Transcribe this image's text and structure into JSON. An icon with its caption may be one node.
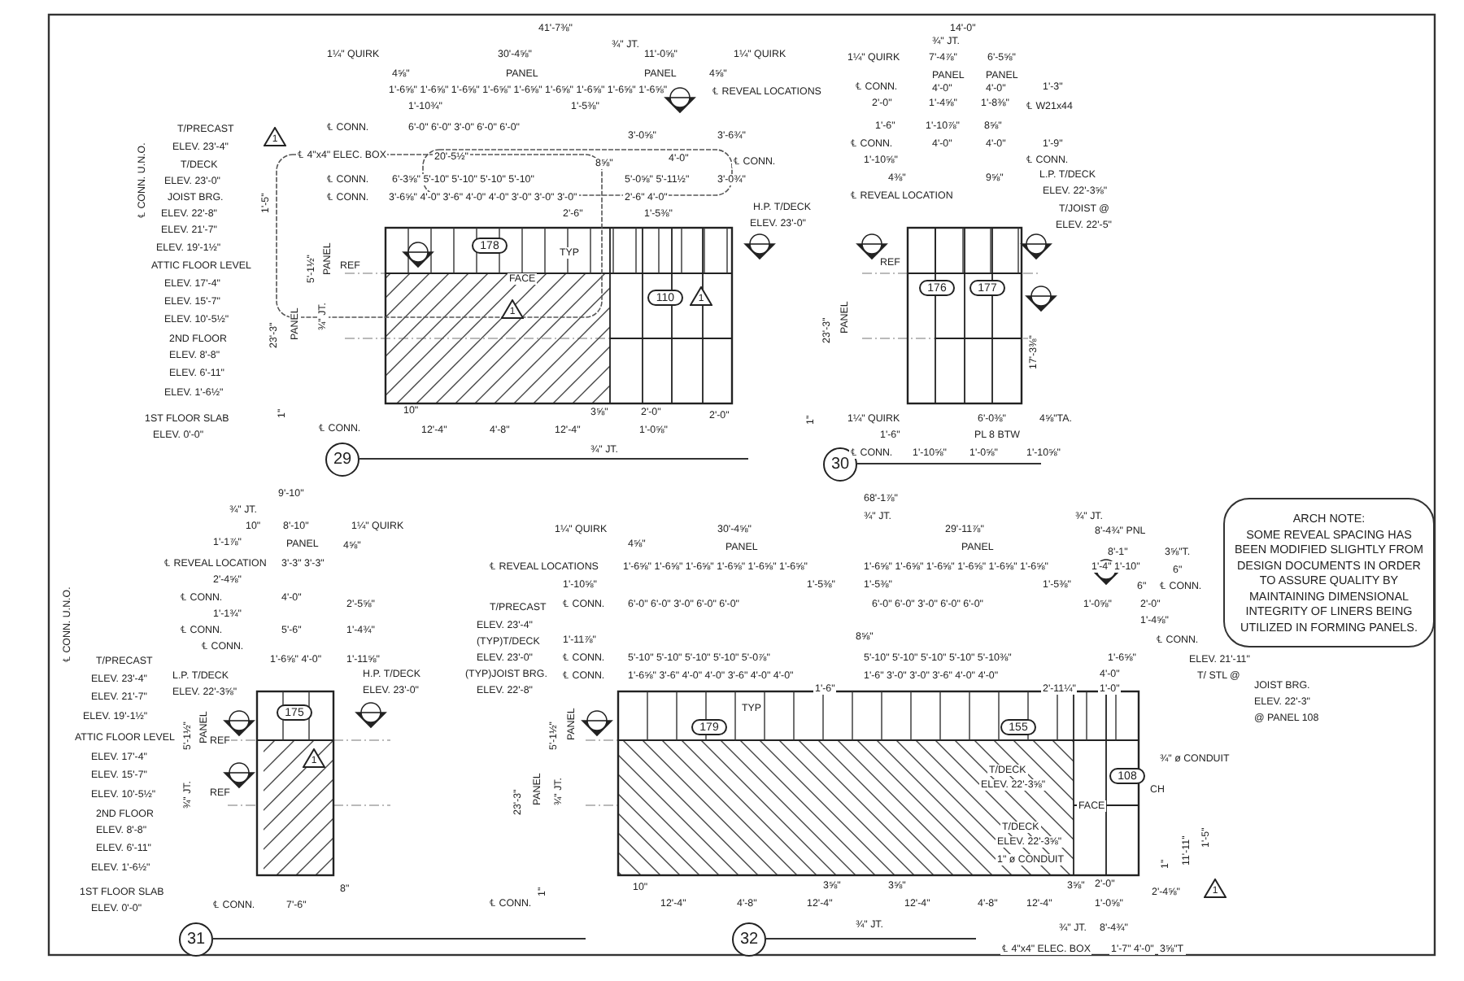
{
  "diagram": {
    "nodes": [
      {
        "text": [
          "29"
        ]
      },
      {
        "text": [
          "30"
        ]
      },
      {
        "text": [
          "31"
        ]
      },
      {
        "text": [
          "32"
        ]
      },
      {
        "text": [
          "178"
        ]
      },
      {
        "text": [
          "110"
        ]
      },
      {
        "text": [
          "176"
        ]
      },
      {
        "text": [
          "177"
        ]
      },
      {
        "text": [
          "175"
        ]
      },
      {
        "text": [
          "179"
        ]
      },
      {
        "text": [
          "155"
        ]
      },
      {
        "text": [
          "108"
        ]
      },
      {
        "text": [
          "ARCH NOTE:",
          "SOME REVEAL SPACING HAS BEEN MODIFIED SLIGHTLY FROM DESIGN DOCUMENTS IN ORDER TO ASSURE QUALITY BY MAINTAINING DIMENSIONAL INTEGRITY OF LINERS BEING UTILIZED IN FORMING PANELS."
        ]
      },
      {
        "text": [
          "1"
        ]
      },
      {
        "text": [
          "1"
        ]
      },
      {
        "text": [
          "1"
        ]
      },
      {
        "text": [
          "1"
        ]
      },
      {
        "text": [
          "1"
        ]
      }
    ],
    "labels": [
      "41'-7⅜\"",
      "1¼\" QUIRK",
      "30'-4⅝\"",
      "¾\" JT.",
      "11'-0⅝\"",
      "1¼\" QUIRK",
      "4⅝\"",
      "PANEL",
      "PANEL",
      "4⅝\"",
      "1'-6⅝\" 1'-6⅝\" 1'-6⅝\" 1'-6⅝\" 1'-6⅝\" 1'-6⅝\" 1'-6⅝\" 1'-6⅝\" 1'-6⅝\"",
      "℄ REVEAL LOCATIONS",
      "1'-10¾\"",
      "1'-5⅜\"",
      "℄ CONN.",
      "6'-0\" 6'-0\" 3'-0\" 6'-0\" 6'-0\"",
      "3'-0⅝\"",
      "3'-6¾\"",
      "℄ 4\"x4\" ELEC. BOX",
      "20'-5½\"",
      "8⅝\"",
      "4'-0\"",
      "℄ CONN.",
      "℄ CONN.",
      "6'-3⅝\" 5'-10\" 5'-10\" 5'-10\" 5'-10\"",
      "5'-0⅝\" 5'-11½\"",
      "3'-0¾\"",
      "℄ CONN.",
      "3'-6⅝\" 4'-0\" 3'-6\" 4'-0\" 4'-0\" 3'-0\" 3'-0\" 3'-0\"",
      "2'-6\" 4'-0\"",
      "2'-6\"",
      "1'-5⅜\"",
      "T/PRECAST",
      "ELEV. 23'-4\"",
      "T/DECK",
      "ELEV. 23'-0\"",
      "JOIST BRG.",
      "ELEV. 22'-8\"",
      "ELEV. 21'-7\"",
      "ELEV. 19'-1½\"",
      "ATTIC FLOOR LEVEL",
      "ELEV. 17'-4\"",
      "ELEV. 15'-7\"",
      "ELEV. 10'-5½\"",
      "2ND FLOOR",
      "ELEV. 8'-8\"",
      "ELEV. 6'-11\"",
      "ELEV. 1'-6½\"",
      "1ST FLOOR SLAB",
      "ELEV. 0'-0\"",
      "℄ CONN. U.N.O.",
      "1'-5\"",
      "5'-1½\"",
      "PANEL",
      "23'-3\"",
      "PANEL",
      "¾\" JT.",
      "REF",
      "FACE",
      "TYP",
      "1\"",
      "℄ CONN.",
      "10\"",
      "12'-4\"",
      "4'-8\"",
      "12'-4\"",
      "3⅝\"",
      "2'-0\"",
      "1'-0⅝\"",
      "2'-0\"",
      "¾\" JT.",
      "14'-0\"",
      "¾\" JT.",
      "1¼\" QUIRK",
      "7'-4⅞\"",
      "6'-5⅝\"",
      "PANEL",
      "PANEL",
      "℄ CONN.",
      "4'-0\"",
      "4'-0\"",
      "1'-3\"",
      "2'-0\"",
      "1'-4⅝\"",
      "1'-8⅜\"",
      "℄ W21x44",
      "1'-6\"",
      "1'-10⅞\"",
      "8⅝\"",
      "℄ CONN.",
      "4'-0\"",
      "4'-0\"",
      "1'-9\"",
      "1'-10⅝\"",
      "℄ CONN.",
      "4⅜\"",
      "9⅝\"",
      "L.P. T/DECK",
      "ELEV. 22'-3⅝\"",
      "℄ REVEAL LOCATION",
      "T/JOIST @",
      "ELEV. 22'-5\"",
      "H.P. T/DECK",
      "ELEV. 23'-0\"",
      "23'-3\"",
      "PANEL",
      "17'-3⅜\"",
      "REF",
      "1\"",
      "1¼\" QUIRK",
      "6'-0⅜\"",
      "4⅝\"TA.",
      "1'-6\"",
      "PL 8 BTW",
      "℄ CONN.",
      "1'-10⅝\"",
      "1'-0⅝\"",
      "1'-10⅝\"",
      "9'-10\"",
      "¾\" JT.",
      "10\"",
      "8'-10\"",
      "1¼\" QUIRK",
      "1'-1⅞\"",
      "PANEL",
      "4⅝\"",
      "℄ REVEAL LOCATION",
      "3'-3\" 3'-3\"",
      "2'-4⅝\"",
      "℄ CONN.",
      "4'-0\"",
      "2'-5⅝\"",
      "1'-1¾\"",
      "℄ CONN.",
      "5'-6\"",
      "1'-4¾\"",
      "℄ CONN.",
      "T/PRECAST",
      "1'-6⅝\" 4'-0\"",
      "1'-11⅝\"",
      "ELEV. 23'-4\"",
      "L.P. T/DECK",
      "ELEV. 22'-3⅝\"",
      "H.P. T/DECK",
      "ELEV. 23'-0\"",
      "ELEV. 21'-7\"",
      "ELEV. 19'-1½\"",
      "ATTIC FLOOR LEVEL",
      "ELEV. 17'-4\"",
      "ELEV. 15'-7\"",
      "ELEV. 10'-5½\"",
      "2ND FLOOR",
      "ELEV. 8'-8\"",
      "ELEV. 6'-11\"",
      "ELEV. 1'-6½\"",
      "1ST FLOOR SLAB",
      "ELEV. 0'-0\"",
      "℄ CONN. U.N.O.",
      "5'-1½\"",
      "PANEL",
      "¾\" JT.",
      "REF",
      "REF",
      "℄ CONN.",
      "7'-6\"",
      "8\"",
      "68'-1⅞\"",
      "¾\" JT.",
      "¾\" JT.",
      "1¼\" QUIRK",
      "30'-4⅝\"",
      "29'-11⅞\"",
      "8'-4¾\" PNL",
      "4⅝\"",
      "PANEL",
      "PANEL",
      "8'-1\"",
      "3⅝\"T.",
      "℄ REVEAL LOCATIONS",
      "1'-6⅝\" 1'-6⅝\" 1'-6⅝\" 1'-6⅝\" 1'-6⅝\" 1'-6⅝\"",
      "1'-6⅝\" 1'-6⅝\" 1'-6⅝\" 1'-6⅝\" 1'-6⅝\" 1'-6⅝\"",
      "1'-4\" 1'-10\"",
      "6\"",
      "1'-10⅝\"",
      "1'-5⅜\"",
      "1'-5⅜\"",
      "1'-5⅜\"",
      "6\"",
      "℄ CONN.",
      "℄ CONN.",
      "6'-0\" 6'-0\" 3'-0\" 6'-0\" 6'-0\"",
      "6'-0\" 6'-0\" 3'-0\" 6'-0\" 6'-0\"",
      "1'-0⅝\"",
      "2'-0\"",
      "1'-4⅝\"",
      "T/PRECAST",
      "ELEV. 23'-4\"",
      "(TYP)T/DECK",
      "1'-11⅞\"",
      "8⅝\"",
      "℄ CONN.",
      "ELEV. 23'-0\"",
      "℄ CONN.",
      "5'-10\" 5'-10\" 5'-10\" 5'-10\" 5'-0⅞\"",
      "5'-10\" 5'-10\" 5'-10\" 5'-10\" 5'-10⅜\"",
      "1'-6⅝\"",
      "(TYP)JOIST BRG.",
      "℄ CONN.",
      "1'-6⅝\" 3'-6\" 4'-0\" 4'-0\" 3'-6\" 4'-0\" 4'-0\"",
      "1'-6\" 3'-0\" 3'-0\" 3'-6\" 4'-0\" 4'-0\"",
      "4'-0\"",
      "ELEV. 22'-8\"",
      "1'-6\"",
      "2'-11¼\"",
      "1'-0\"",
      "ELEV. 21'-11\"",
      "T/ STL @",
      "JOIST BRG.",
      "ELEV. 22'-3\"",
      "@ PANEL 108",
      "23'-3\"",
      "PANEL",
      "5'-1½\"",
      "PANEL",
      "¾\" JT.",
      "TYP",
      "¾\" ø CONDUIT",
      "T/DECK",
      "ELEV. 22'-3⅝\"",
      "FACE",
      "CH",
      "T/DECK",
      "ELEV. 22'-3⅝\"",
      "1\" ø CONDUIT",
      "11'-11\"",
      "1'-5\"",
      "1\"",
      "1\"",
      "℄ CONN.",
      "10\"",
      "12'-4\"",
      "4'-8\"",
      "12'-4\"",
      "3⅝\"",
      "3⅝\"",
      "12'-4\"",
      "4'-8\"",
      "12'-4\"",
      "3⅝\"",
      "2'-0\"",
      "1'-0⅝\"",
      "2'-4⅝\"",
      "¾\" JT.",
      "¾\" JT.",
      "8'-4¾\"",
      "℄ 4\"x4\" ELEC. BOX",
      "1'-7\" 4'-0\"",
      "3⅝\"T"
    ]
  }
}
